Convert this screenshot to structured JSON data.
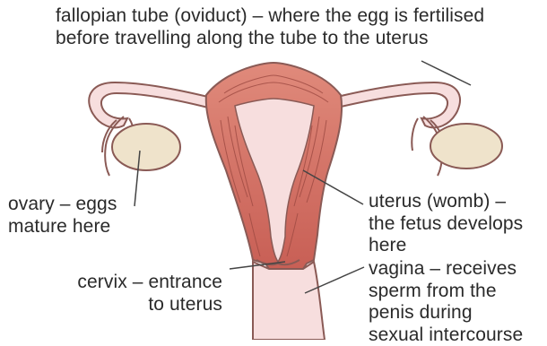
{
  "labels": {
    "fallopian": [
      "fallopian tube (oviduct) – where the egg is fertilised",
      "before travelling along the tube to the uterus"
    ],
    "ovary": [
      "ovary – eggs",
      "mature here"
    ],
    "uterus": [
      "uterus (womb) –",
      "the fetus develops",
      "here"
    ],
    "cervix": [
      "cervix – entrance",
      "to uterus"
    ],
    "vagina": [
      "vagina – receives",
      "sperm from the",
      "penis during",
      "sexual intercourse"
    ]
  },
  "colors": {
    "outline": "#8a5a55",
    "tissue_pink": "#f7dede",
    "muscle_red": "#cf6e62",
    "ovary_fill": "#efe3cb",
    "leader_line": "#444444",
    "text": "#2a2a2a"
  }
}
